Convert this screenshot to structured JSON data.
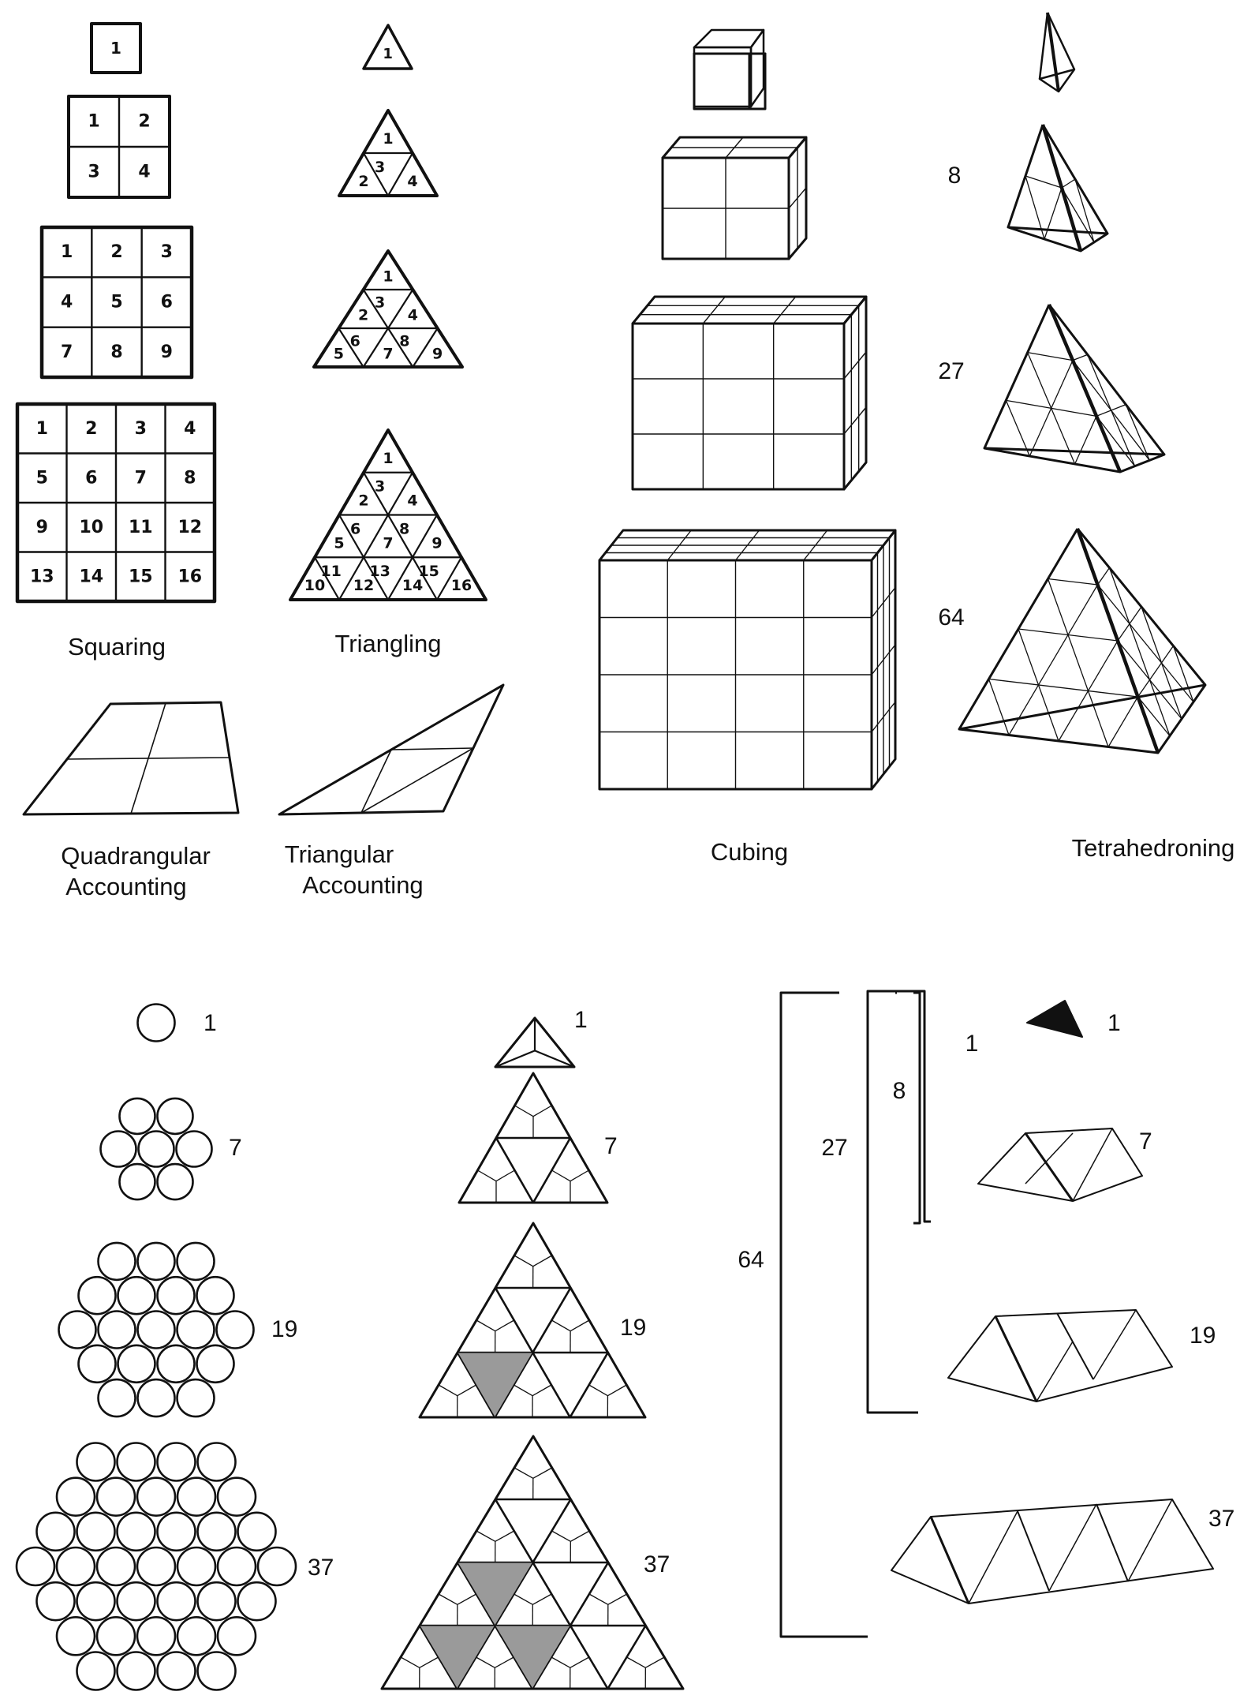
{
  "squaring": {
    "caption": "Squaring",
    "numbers": [
      "1",
      "2",
      "3",
      "4",
      "5",
      "6",
      "7",
      "8",
      "9",
      "10",
      "11",
      "12",
      "13",
      "14",
      "15",
      "16"
    ]
  },
  "triangling": {
    "caption": "Triangling",
    "numbers": [
      "1",
      "2",
      "3",
      "4",
      "5",
      "6",
      "7",
      "8",
      "9",
      "10",
      "11",
      "12",
      "13",
      "14",
      "15",
      "16"
    ]
  },
  "quadrangular": {
    "caption_line1": "Quadrangular",
    "caption_line2": "Accounting"
  },
  "triangular": {
    "caption_line1": "Triangular",
    "caption_line2": "Accounting"
  },
  "cubing": {
    "caption": "Cubing"
  },
  "tetrahedroning": {
    "caption": "Tetrahedroning",
    "counts": [
      "8",
      "27",
      "64"
    ]
  },
  "spheres": {
    "counts": [
      "1",
      "7",
      "19",
      "37"
    ]
  },
  "vector_equilibrium": {
    "counts": [
      "1",
      "7",
      "19",
      "37"
    ]
  },
  "layers": {
    "counts": [
      "1",
      "7",
      "19",
      "37"
    ],
    "brackets": [
      "1",
      "8",
      "27",
      "64"
    ]
  }
}
